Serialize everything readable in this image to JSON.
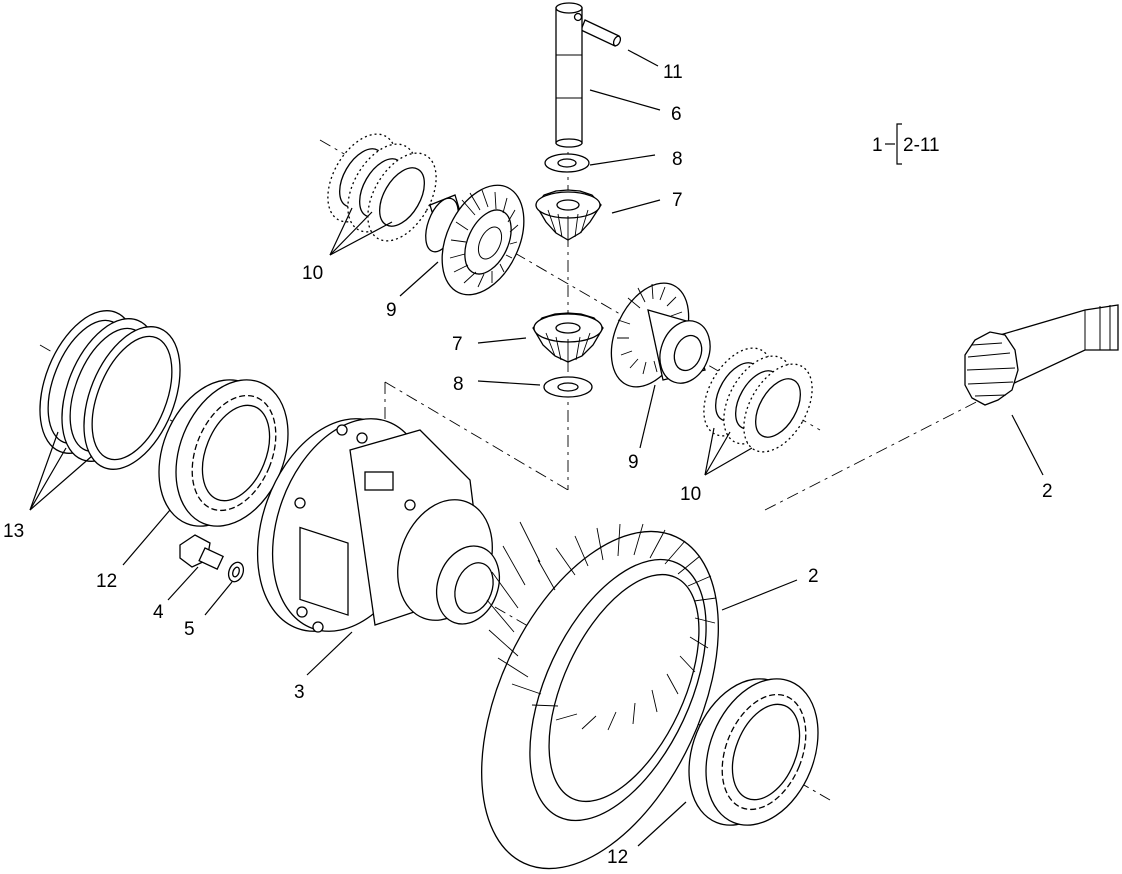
{
  "diagram": {
    "assembly_note": {
      "parent": "1",
      "range": "2-11"
    },
    "callouts": [
      {
        "id": "c11",
        "text": "11"
      },
      {
        "id": "c6",
        "text": "6"
      },
      {
        "id": "c8a",
        "text": "8"
      },
      {
        "id": "c7a",
        "text": "7"
      },
      {
        "id": "c10a",
        "text": "10"
      },
      {
        "id": "c9a",
        "text": "9"
      },
      {
        "id": "c7b",
        "text": "7"
      },
      {
        "id": "c8b",
        "text": "8"
      },
      {
        "id": "c9b",
        "text": "9"
      },
      {
        "id": "c10b",
        "text": "10"
      },
      {
        "id": "c13",
        "text": "13"
      },
      {
        "id": "c12a",
        "text": "12"
      },
      {
        "id": "c4",
        "text": "4"
      },
      {
        "id": "c5",
        "text": "5"
      },
      {
        "id": "c3",
        "text": "3"
      },
      {
        "id": "c2a",
        "text": "2"
      },
      {
        "id": "c2b",
        "text": "2"
      },
      {
        "id": "c12b",
        "text": "12"
      }
    ]
  }
}
